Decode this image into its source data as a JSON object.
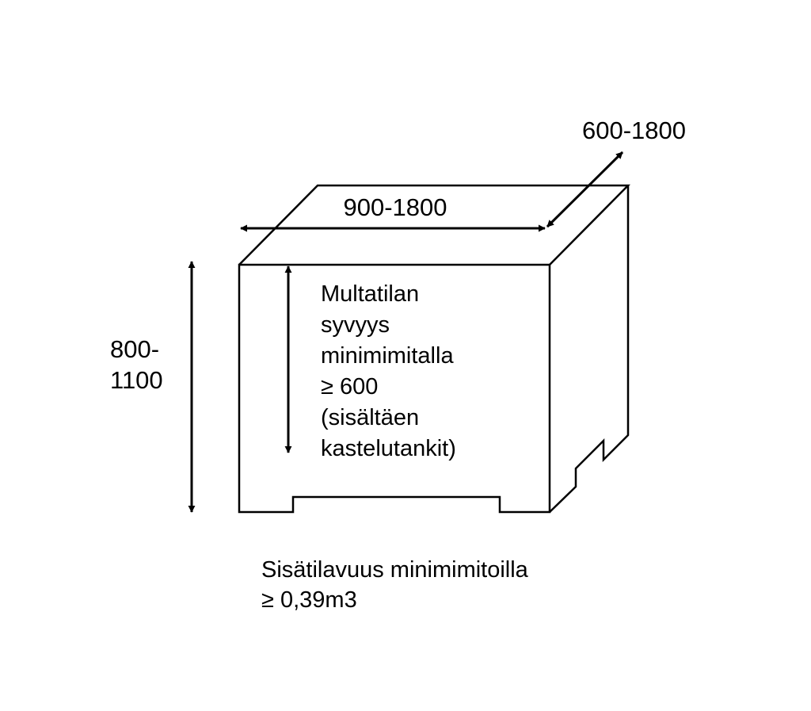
{
  "dimensions": {
    "width_label": "900-1800",
    "depth_label": "600-1800",
    "height_label_lines": [
      "800-",
      "1100"
    ]
  },
  "soil_depth_note": {
    "lines": [
      "Multatilan",
      "syvyys",
      "minimimitalla",
      "≥ 600",
      "(sisältäen",
      "kastelutankit)"
    ]
  },
  "volume_note": {
    "lines": [
      "Sisätilavuus minimimitoilla",
      "≥ 0,39m3"
    ]
  },
  "colors": {
    "stroke": "#000000",
    "background": "#ffffff"
  }
}
